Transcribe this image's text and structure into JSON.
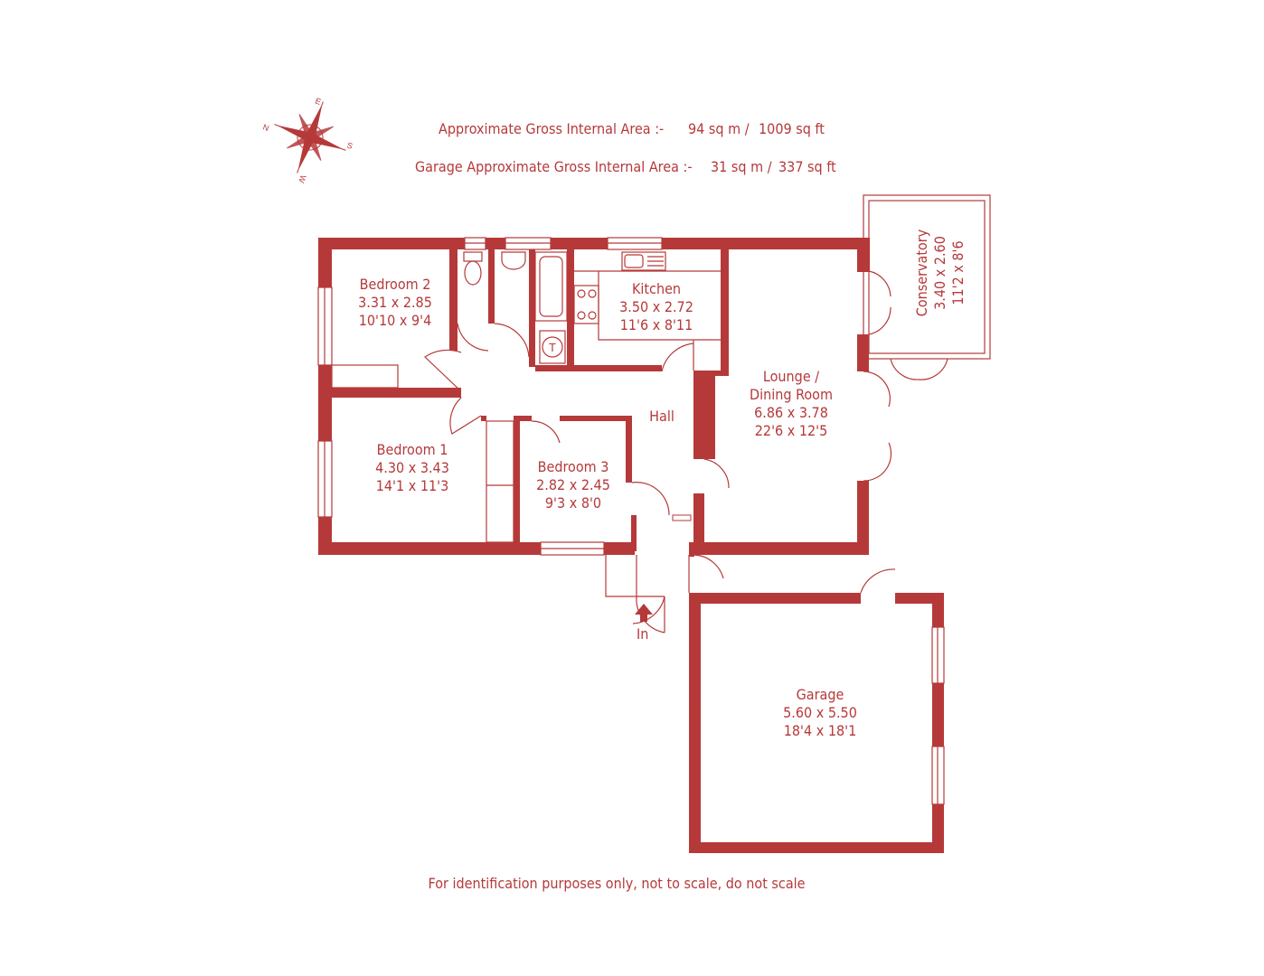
{
  "colors": {
    "wall": "#b6393a",
    "text": "#b6393a",
    "background": "#ffffff"
  },
  "compass": {
    "icon": "compass-rose-icon",
    "n": "N",
    "e": "E",
    "s": "S",
    "w": "W"
  },
  "areas": {
    "total": {
      "label": "Approximate Gross Internal Area  :-",
      "metric": "94 sq m /",
      "imperial": "1009 sq ft"
    },
    "garage": {
      "label": "Garage Approximate Gross Internal Area  :-",
      "metric": "31 sq m /",
      "imperial": "337 sq ft"
    }
  },
  "rooms": {
    "bedroom2": {
      "name": "Bedroom 2",
      "metric": "3.31 x 2.85",
      "imperial": "10'10 x 9'4"
    },
    "kitchen": {
      "name": "Kitchen",
      "metric": "3.50 x 2.72",
      "imperial": "11'6 x 8'11"
    },
    "conservatory": {
      "name": "Conservatory",
      "metric": "3.40 x 2.60",
      "imperial": "11'2 x 8'6"
    },
    "lounge": {
      "name_line1": "Lounge /",
      "name_line2": "Dining  Room",
      "metric": "6.86 x 3.78",
      "imperial": "22'6 x 12'5"
    },
    "hall": {
      "name": "Hall"
    },
    "bedroom1": {
      "name": "Bedroom 1",
      "metric": "4.30 x 3.43",
      "imperial": "14'1 x 11'3"
    },
    "bedroom3": {
      "name": "Bedroom 3",
      "metric": "2.82 x 2.45",
      "imperial": "9'3 x 8'0"
    },
    "garage": {
      "name": "Garage",
      "metric": "5.60 x 5.50",
      "imperial": "18'4 x 18'1"
    }
  },
  "entrance": {
    "label": "In",
    "icon": "entrance-arrow-icon"
  },
  "icons": {
    "toilet": "toilet-icon",
    "basin": "basin-icon",
    "bath": "bath-icon",
    "sink": "sink-icon",
    "hob": "hob-icon",
    "boiler": "boiler-icon"
  },
  "boiler_label": "T",
  "footer": "For identification purposes only, not to scale, do not scale"
}
